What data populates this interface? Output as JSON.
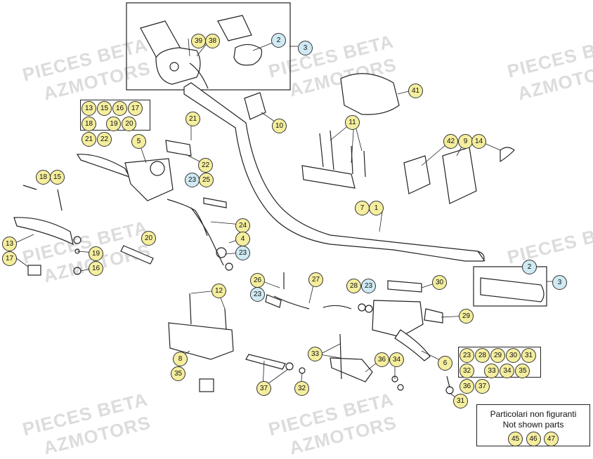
{
  "watermarks": [
    "PIECES BETA",
    "AZMOTORS"
  ],
  "callouts": {
    "c1": "1",
    "c2a": "2",
    "c2b": "2",
    "c3a": "3",
    "c3b": "3",
    "c4": "4",
    "c5": "5",
    "c6": "6",
    "c7": "7",
    "c8": "8",
    "c9": "9",
    "c10": "10",
    "c11": "11",
    "c12": "12",
    "c13": "13",
    "c14": "14",
    "c15": "15",
    "c16": "16",
    "c17": "17",
    "c18": "18",
    "c19": "19",
    "c20": "20",
    "c21": "21",
    "c22": "22",
    "c23a": "23",
    "c23b": "23",
    "c23c": "23",
    "c23d": "23",
    "c24": "24",
    "c25": "25",
    "c26": "26",
    "c27": "27",
    "c28": "28",
    "c29": "29",
    "c30": "30",
    "c31": "31",
    "c32": "32",
    "c33": "33",
    "c34": "34",
    "c35": "35",
    "c36": "36",
    "c37": "37",
    "c38": "38",
    "c39": "39",
    "c41": "41",
    "c42": "42"
  },
  "legend_left": [
    "13",
    "15",
    "16",
    "17",
    "18",
    "19",
    "20",
    "21",
    "22"
  ],
  "legend_right": [
    "23",
    "28",
    "29",
    "30",
    "31",
    "32",
    "33",
    "34",
    "35",
    "36",
    "37"
  ],
  "not_shown": {
    "title_it": "Particolari non figuranti",
    "title_en": "Not shown parts",
    "items": [
      "45",
      "46",
      "47"
    ]
  },
  "colors": {
    "callout_yellow": "#f4ee9e",
    "callout_blue": "#cfeaf3",
    "line": "#222222",
    "watermark": "#dcdcdc"
  }
}
